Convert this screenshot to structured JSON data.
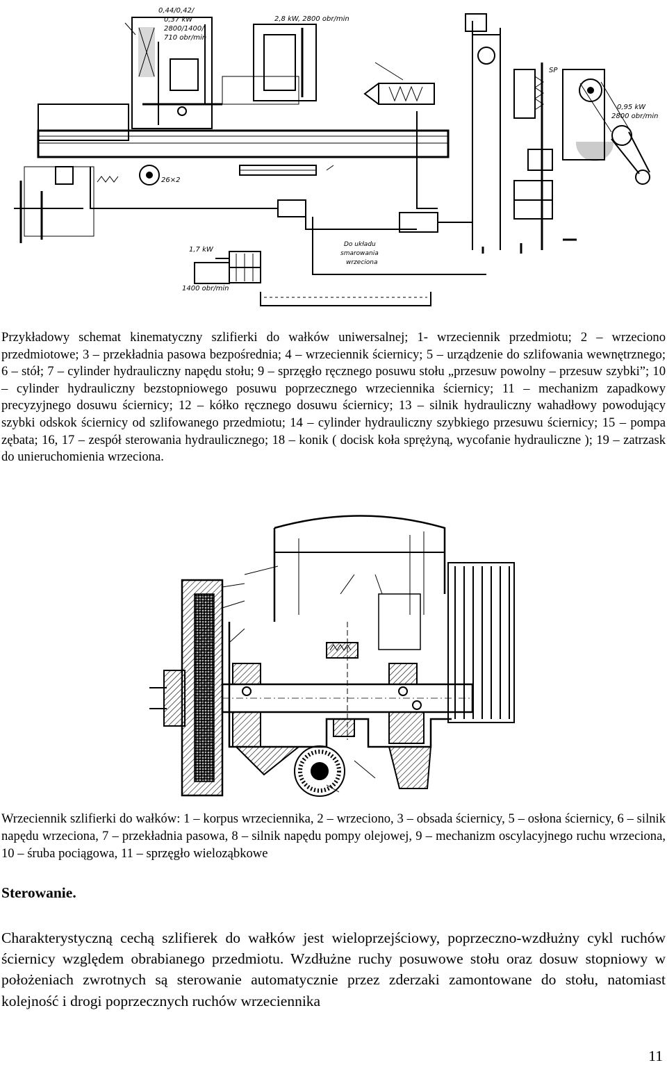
{
  "figure1": {
    "labels": {
      "motor_power_1": "0,44/0,42/",
      "motor_power_2": "0,37 kW",
      "motor_rpm_1": "2800/1400/",
      "motor_rpm_2": "710 obr/min",
      "grinder_motor": "2,8 kW, 2800 obr/min",
      "right_motor_power": "0,95 kW",
      "right_motor_rpm": "2800 obr/min",
      "pump_power": "1,7 kW",
      "pump_rpm": "1400 obr/min",
      "lubrication_1": "Do układu",
      "lubrication_2": "smarowania",
      "lubrication_3": "wrzeciona",
      "sp": "SP",
      "gear_26x2": "26×2"
    }
  },
  "caption1": "Przykładowy schemat kinematyczny szlifierki do wałków uniwersalnej; 1- wrzeciennik przedmiotu; 2 – wrzeciono przedmiotowe; 3 – przekładnia pasowa bezpośrednia; 4 – wrzeciennik ściernicy; 5 – urządzenie do szlifowania wewnętrznego; 6 – stół; 7 – cylinder hydrauliczny napędu stołu; 9 – sprzęgło ręcznego posuwu stołu „przesuw powolny – przesuw szybki”; 10 – cylinder hydrauliczny bezstopniowego posuwu poprzecznego wrzeciennika ściernicy; 11 – mechanizm zapadkowy precyzyjnego dosuwu ściernicy; 12 – kółko ręcznego dosuwu ściernicy; 13 – silnik hydrauliczny wahadłowy powodujący szybki odskok ściernicy od szlifowanego przedmiotu; 14 – cylinder hydrauliczny szybkiego przesuwu ściernicy; 15 – pompa zębata; 16, 17 – zespół sterowania hydraulicznego; 18 – konik ( docisk koła sprężyną, wycofanie hydrauliczne ); 19 – zatrzask do unieruchomienia wrzeciona.",
  "caption2": "Wrzeciennik szlifierki do wałków: 1 – korpus wrzeciennika, 2 – wrzeciono, 3 – obsada ściernicy, 5 – osłona ściernicy, 6 – silnik napędu wrzeciona, 7 – przekładnia pasowa, 8 – silnik napędu pompy olejowej, 9 – mechanizm oscylacyjnego ruchu wrzeciona, 10 – śruba pociągowa, 11 – sprzęgło wieloząbkowe",
  "heading": "Sterowanie.",
  "body": "Charakterystyczną cechą szlifierek do wałków jest wieloprzejściowy, poprzeczno-wzdłużny cykl ruchów ściernicy względem obrabianego przedmiotu. Wzdłużne ruchy posuwowe stołu oraz dosuw stopniowy w położeniach zwrotnych są sterowanie automatycznie przez zderzaki zamontowane do stołu, natomiast kolejność i drogi poprzecznych ruchów wrzeciennika",
  "page_number": "11"
}
